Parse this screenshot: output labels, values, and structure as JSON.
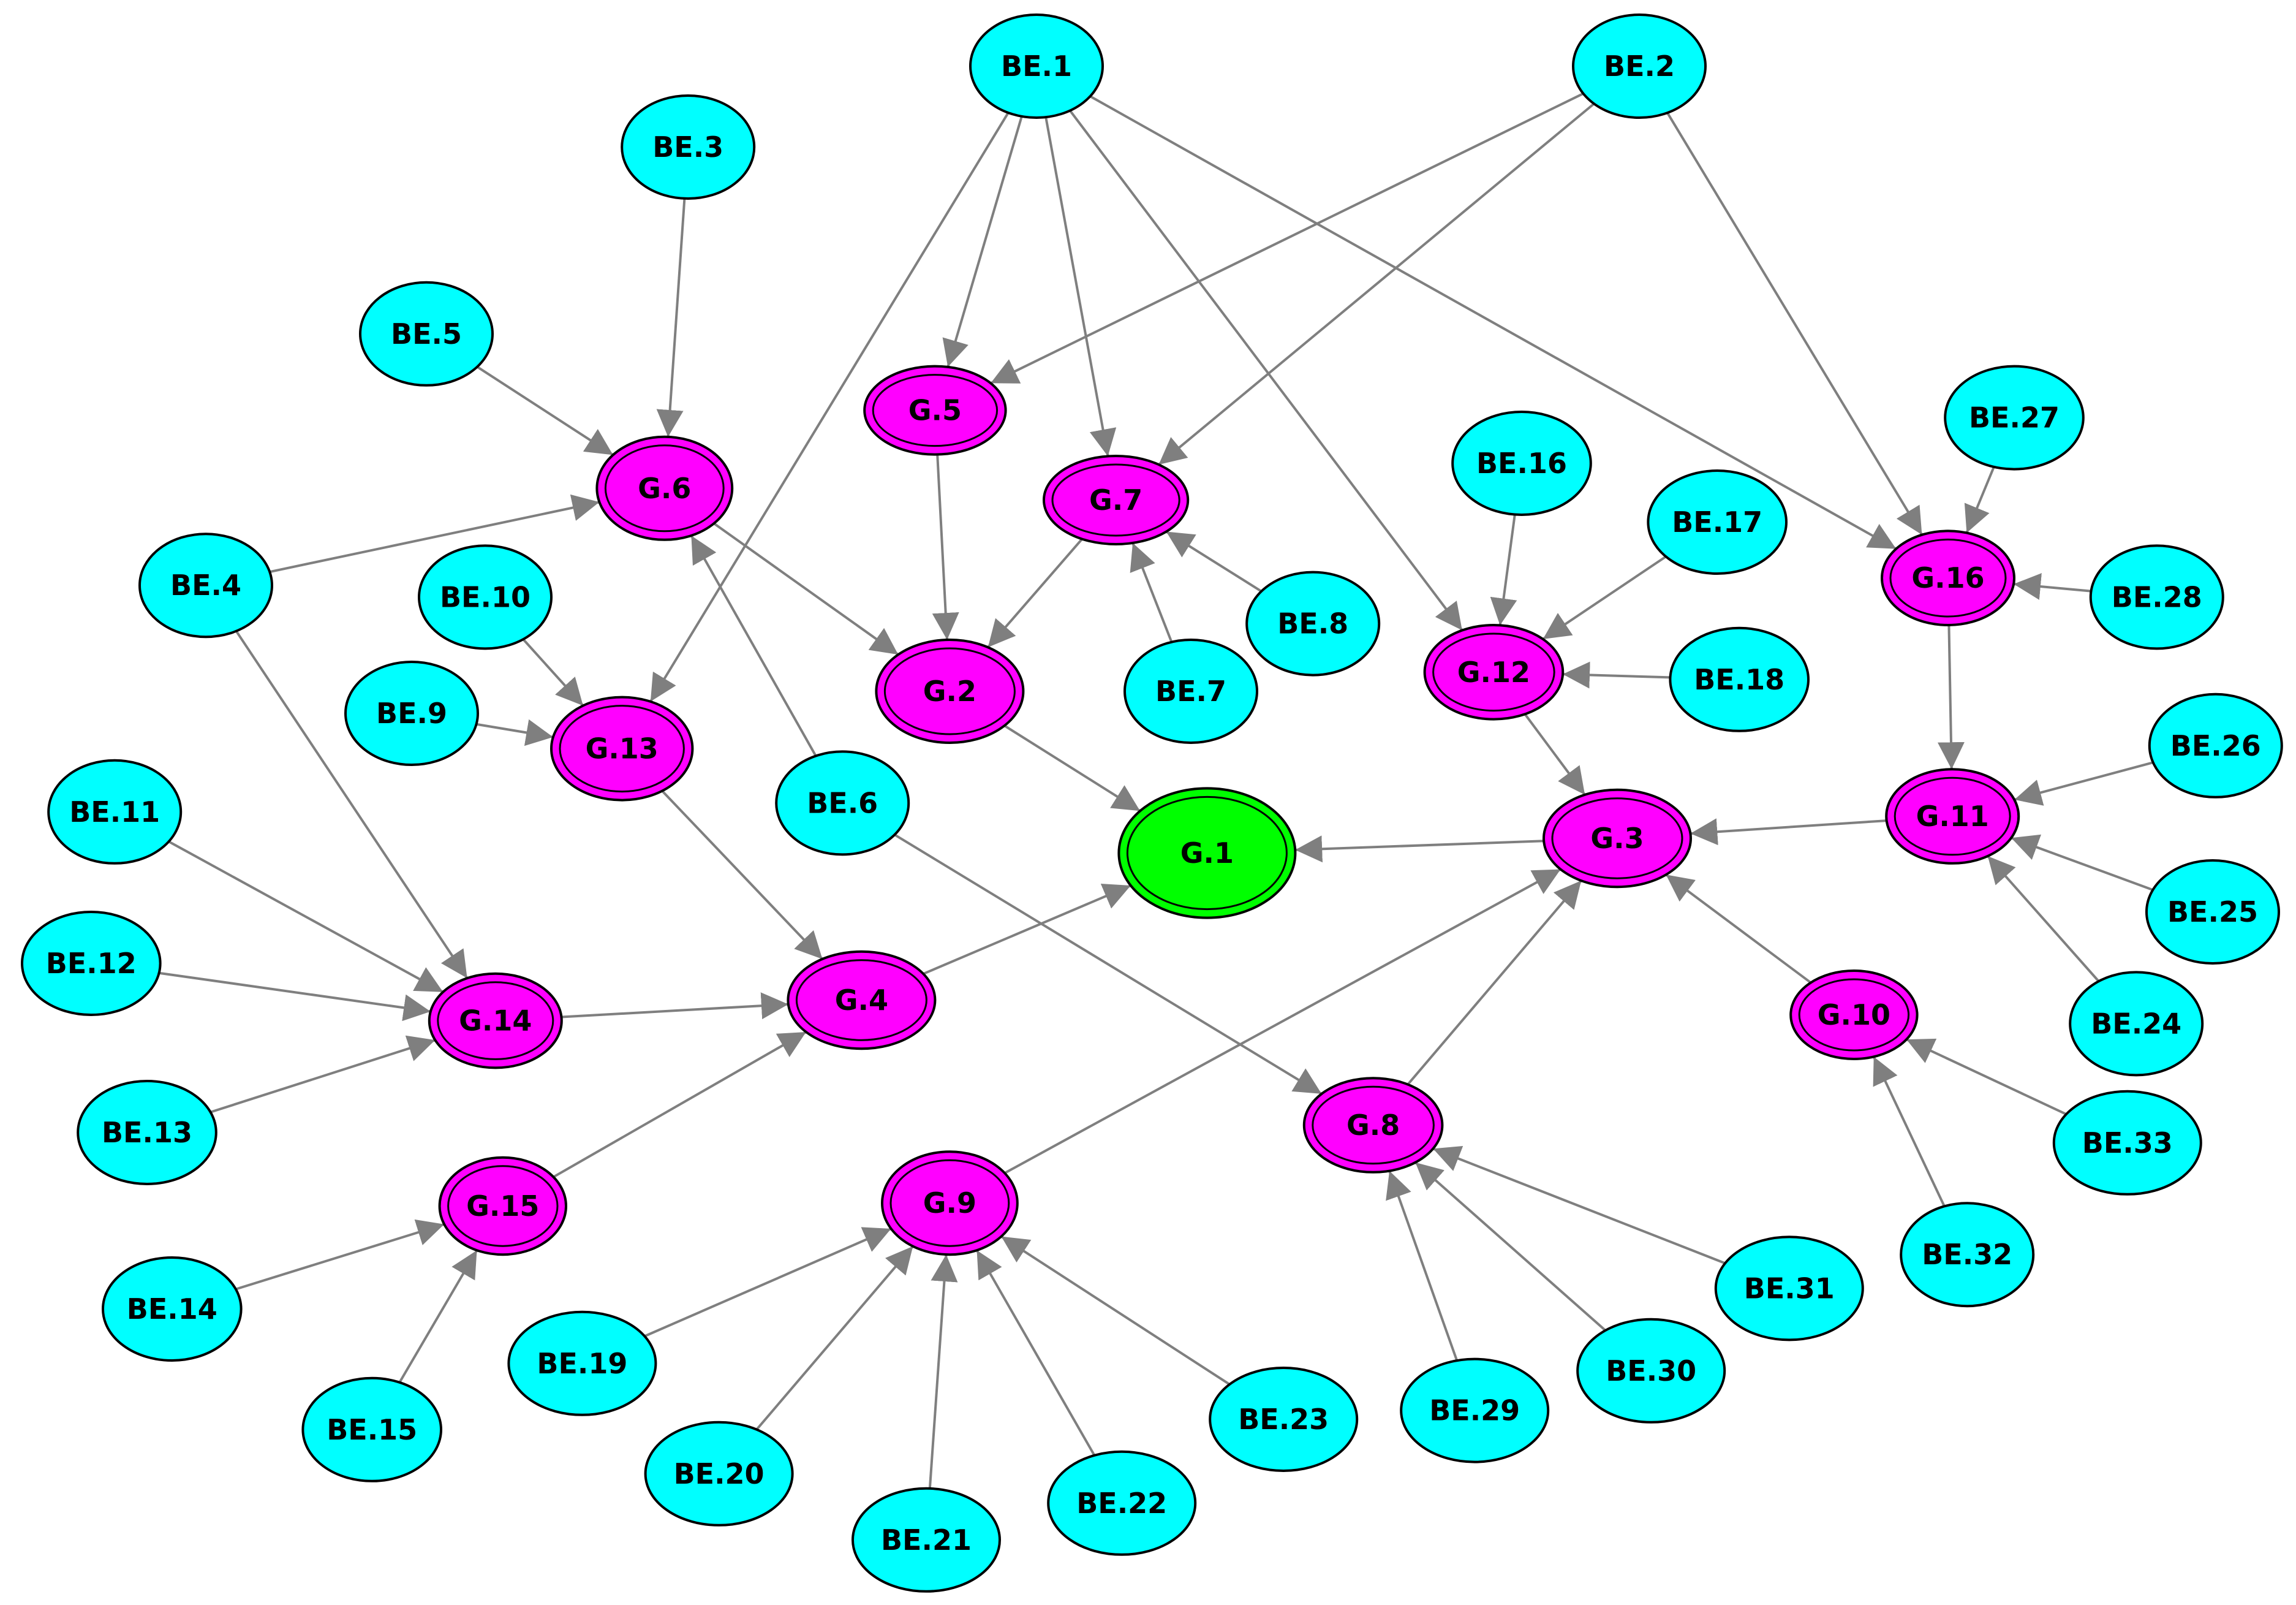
{
  "colors": {
    "basic_event": "#00ffff",
    "gate": "#ff00ff",
    "top_gate": "#00ff00",
    "edge": "#7f7f7f",
    "outline": "#000000"
  },
  "nodes": [
    {
      "id": "BE.1",
      "label": "BE.1",
      "kind": "basic"
    },
    {
      "id": "BE.2",
      "label": "BE.2",
      "kind": "basic"
    },
    {
      "id": "BE.3",
      "label": "BE.3",
      "kind": "basic"
    },
    {
      "id": "BE.4",
      "label": "BE.4",
      "kind": "basic"
    },
    {
      "id": "BE.5",
      "label": "BE.5",
      "kind": "basic"
    },
    {
      "id": "BE.6",
      "label": "BE.6",
      "kind": "basic"
    },
    {
      "id": "BE.7",
      "label": "BE.7",
      "kind": "basic"
    },
    {
      "id": "BE.8",
      "label": "BE.8",
      "kind": "basic"
    },
    {
      "id": "BE.9",
      "label": "BE.9",
      "kind": "basic"
    },
    {
      "id": "BE.10",
      "label": "BE.10",
      "kind": "basic"
    },
    {
      "id": "BE.11",
      "label": "BE.11",
      "kind": "basic"
    },
    {
      "id": "BE.12",
      "label": "BE.12",
      "kind": "basic"
    },
    {
      "id": "BE.13",
      "label": "BE.13",
      "kind": "basic"
    },
    {
      "id": "BE.14",
      "label": "BE.14",
      "kind": "basic"
    },
    {
      "id": "BE.15",
      "label": "BE.15",
      "kind": "basic"
    },
    {
      "id": "BE.16",
      "label": "BE.16",
      "kind": "basic"
    },
    {
      "id": "BE.17",
      "label": "BE.17",
      "kind": "basic"
    },
    {
      "id": "BE.18",
      "label": "BE.18",
      "kind": "basic"
    },
    {
      "id": "BE.19",
      "label": "BE.19",
      "kind": "basic"
    },
    {
      "id": "BE.20",
      "label": "BE.20",
      "kind": "basic"
    },
    {
      "id": "BE.21",
      "label": "BE.21",
      "kind": "basic"
    },
    {
      "id": "BE.22",
      "label": "BE.22",
      "kind": "basic"
    },
    {
      "id": "BE.23",
      "label": "BE.23",
      "kind": "basic"
    },
    {
      "id": "BE.24",
      "label": "BE.24",
      "kind": "basic"
    },
    {
      "id": "BE.25",
      "label": "BE.25",
      "kind": "basic"
    },
    {
      "id": "BE.26",
      "label": "BE.26",
      "kind": "basic"
    },
    {
      "id": "BE.27",
      "label": "BE.27",
      "kind": "basic"
    },
    {
      "id": "BE.28",
      "label": "BE.28",
      "kind": "basic"
    },
    {
      "id": "BE.29",
      "label": "BE.29",
      "kind": "basic"
    },
    {
      "id": "BE.30",
      "label": "BE.30",
      "kind": "basic"
    },
    {
      "id": "BE.31",
      "label": "BE.31",
      "kind": "basic"
    },
    {
      "id": "BE.32",
      "label": "BE.32",
      "kind": "basic"
    },
    {
      "id": "BE.33",
      "label": "BE.33",
      "kind": "basic"
    },
    {
      "id": "G.1",
      "label": "G.1",
      "kind": "top"
    },
    {
      "id": "G.2",
      "label": "G.2",
      "kind": "gate"
    },
    {
      "id": "G.3",
      "label": "G.3",
      "kind": "gate"
    },
    {
      "id": "G.4",
      "label": "G.4",
      "kind": "gate"
    },
    {
      "id": "G.5",
      "label": "G.5",
      "kind": "gate"
    },
    {
      "id": "G.6",
      "label": "G.6",
      "kind": "gate"
    },
    {
      "id": "G.7",
      "label": "G.7",
      "kind": "gate"
    },
    {
      "id": "G.8",
      "label": "G.8",
      "kind": "gate"
    },
    {
      "id": "G.9",
      "label": "G.9",
      "kind": "gate"
    },
    {
      "id": "G.10",
      "label": "G.10",
      "kind": "gate"
    },
    {
      "id": "G.11",
      "label": "G.11",
      "kind": "gate"
    },
    {
      "id": "G.12",
      "label": "G.12",
      "kind": "gate"
    },
    {
      "id": "G.13",
      "label": "G.13",
      "kind": "gate"
    },
    {
      "id": "G.14",
      "label": "G.14",
      "kind": "gate"
    },
    {
      "id": "G.15",
      "label": "G.15",
      "kind": "gate"
    },
    {
      "id": "G.16",
      "label": "G.16",
      "kind": "gate"
    }
  ],
  "edges": [
    [
      "BE.1",
      "G.5"
    ],
    [
      "BE.1",
      "G.7"
    ],
    [
      "BE.1",
      "G.13"
    ],
    [
      "BE.1",
      "G.12"
    ],
    [
      "BE.1",
      "G.16"
    ],
    [
      "BE.2",
      "G.5"
    ],
    [
      "BE.2",
      "G.7"
    ],
    [
      "BE.2",
      "G.16"
    ],
    [
      "BE.3",
      "G.6"
    ],
    [
      "BE.5",
      "G.6"
    ],
    [
      "BE.4",
      "G.6"
    ],
    [
      "BE.4",
      "G.14"
    ],
    [
      "BE.6",
      "G.6"
    ],
    [
      "BE.6",
      "G.8"
    ],
    [
      "BE.10",
      "G.13"
    ],
    [
      "BE.9",
      "G.13"
    ],
    [
      "BE.11",
      "G.14"
    ],
    [
      "BE.12",
      "G.14"
    ],
    [
      "BE.13",
      "G.14"
    ],
    [
      "BE.14",
      "G.15"
    ],
    [
      "BE.15",
      "G.15"
    ],
    [
      "BE.7",
      "G.7"
    ],
    [
      "BE.8",
      "G.7"
    ],
    [
      "BE.16",
      "G.12"
    ],
    [
      "BE.17",
      "G.12"
    ],
    [
      "BE.18",
      "G.12"
    ],
    [
      "BE.27",
      "G.16"
    ],
    [
      "BE.28",
      "G.16"
    ],
    [
      "BE.26",
      "G.11"
    ],
    [
      "BE.25",
      "G.11"
    ],
    [
      "BE.24",
      "G.11"
    ],
    [
      "BE.33",
      "G.10"
    ],
    [
      "BE.32",
      "G.10"
    ],
    [
      "BE.29",
      "G.8"
    ],
    [
      "BE.30",
      "G.8"
    ],
    [
      "BE.31",
      "G.8"
    ],
    [
      "BE.19",
      "G.9"
    ],
    [
      "BE.20",
      "G.9"
    ],
    [
      "BE.21",
      "G.9"
    ],
    [
      "BE.22",
      "G.9"
    ],
    [
      "BE.23",
      "G.9"
    ],
    [
      "G.6",
      "G.2"
    ],
    [
      "G.5",
      "G.2"
    ],
    [
      "G.7",
      "G.2"
    ],
    [
      "G.2",
      "G.1"
    ],
    [
      "G.4",
      "G.1"
    ],
    [
      "G.3",
      "G.1"
    ],
    [
      "G.13",
      "G.4"
    ],
    [
      "G.14",
      "G.4"
    ],
    [
      "G.15",
      "G.4"
    ],
    [
      "G.12",
      "G.3"
    ],
    [
      "G.11",
      "G.3"
    ],
    [
      "G.10",
      "G.3"
    ],
    [
      "G.8",
      "G.3"
    ],
    [
      "G.9",
      "G.3"
    ],
    [
      "G.16",
      "G.11"
    ]
  ]
}
